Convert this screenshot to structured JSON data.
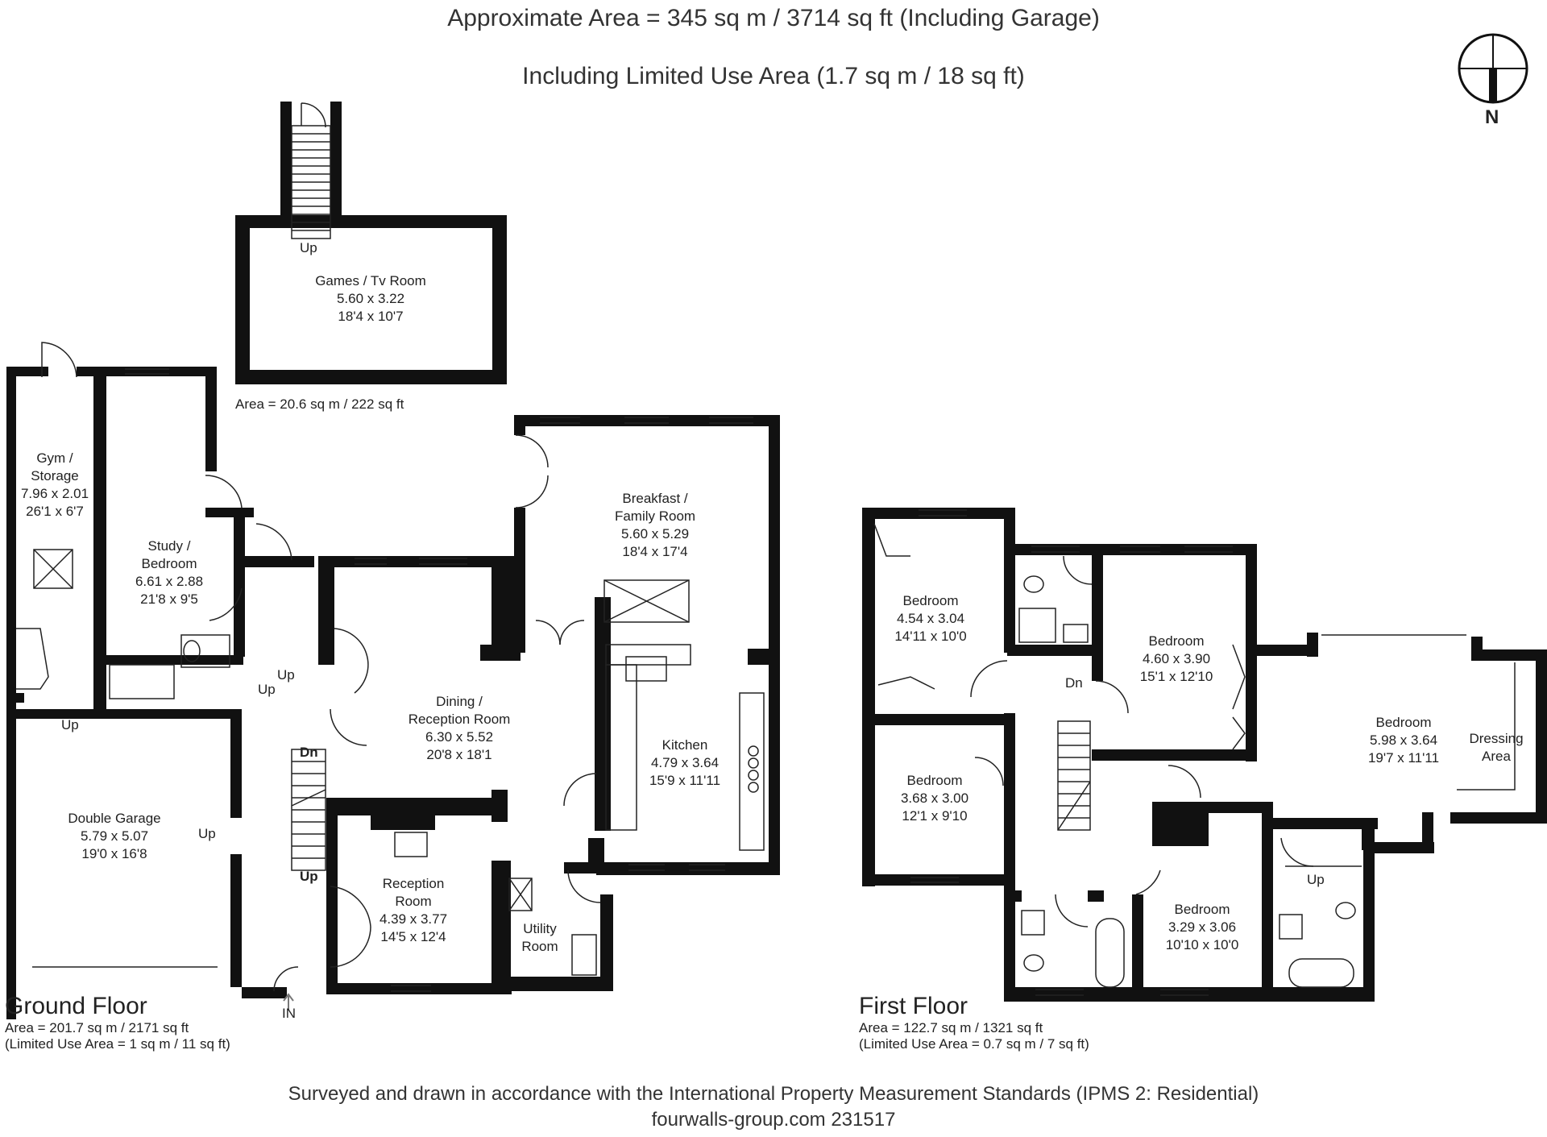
{
  "header": {
    "line1": "Approximate  Area =  345 sq m / 3714 sq ft (Including Garage)",
    "line2": "Including Limited Use Area (1.7 sq m / 18 sq ft)"
  },
  "compass": {
    "label": "N"
  },
  "games_room": {
    "name": "Games / Tv Room",
    "metric": "5.60 x 3.22",
    "imperial": "18'4 x 10'7",
    "area": "Area = 20.6 sq m / 222 sq ft",
    "stair_label": "Up"
  },
  "ground_floor": {
    "title": "Ground Floor",
    "area": "Area = 201.7 sq m / 2171 sq ft",
    "limited": "(Limited Use Area = 1 sq m / 11 sq ft)",
    "entrance": "IN",
    "rooms": {
      "gym": {
        "l1": "Gym /",
        "l2": "Storage",
        "metric": "7.96 x 2.01",
        "imperial": "26'1 x 6'7"
      },
      "study": {
        "l1": "Study /",
        "l2": "Bedroom",
        "metric": "6.61 x 2.88",
        "imperial": "21'8 x 9'5"
      },
      "garage": {
        "name": "Double Garage",
        "metric": "5.79 x 5.07",
        "imperial": "19'0 x 16'8"
      },
      "dining": {
        "l1": "Dining /",
        "l2": "Reception  Room",
        "metric": "6.30 x 5.52",
        "imperial": "20'8 x 18'1"
      },
      "breakfast": {
        "l1": "Breakfast /",
        "l2": "Family Room",
        "metric": "5.60 x 5.29",
        "imperial": "18'4 x 17'4"
      },
      "kitchen": {
        "name": "Kitchen",
        "metric": "4.79 x 3.64",
        "imperial": "15'9 x 11'11"
      },
      "reception": {
        "l1": "Reception",
        "l2": "Room",
        "metric": "4.39 x 3.77",
        "imperial": "14'5 x 12'4"
      },
      "utility": {
        "l1": "Utility",
        "l2": "Room"
      }
    },
    "stair_labels": {
      "up1": "Up",
      "up2": "Up",
      "up3": "Up",
      "up4": "Up",
      "dn": "Dn",
      "up5": "Up"
    }
  },
  "first_floor": {
    "title": "First Floor",
    "area": "Area = 122.7 sq m / 1321 sq ft",
    "limited": "(Limited Use Area = 0.7 sq m / 7 sq ft)",
    "rooms": {
      "bed1": {
        "name": "Bedroom",
        "metric": "4.54 x 3.04",
        "imperial": "14'11 x 10'0"
      },
      "bed2": {
        "name": "Bedroom",
        "metric": "4.60 x 3.90",
        "imperial": "15'1 x 12'10"
      },
      "bed3": {
        "name": "Bedroom",
        "metric": "3.68 x 3.00",
        "imperial": "12'1 x 9'10"
      },
      "bed4": {
        "name": "Bedroom",
        "metric": "5.98 x 3.64",
        "imperial": "19'7 x 11'11"
      },
      "bed5": {
        "name": "Bedroom",
        "metric": "3.29 x 3.06",
        "imperial": "10'10 x 10'0"
      },
      "dressing": {
        "l1": "Dressing",
        "l2": "Area"
      }
    },
    "stair_labels": {
      "dn": "Dn",
      "up": "Up"
    }
  },
  "footer": {
    "line1": "Surveyed and drawn in accordance with the International Property Measurement Standards (IPMS 2: Residential)",
    "line2": "fourwalls-group.com 231517"
  }
}
